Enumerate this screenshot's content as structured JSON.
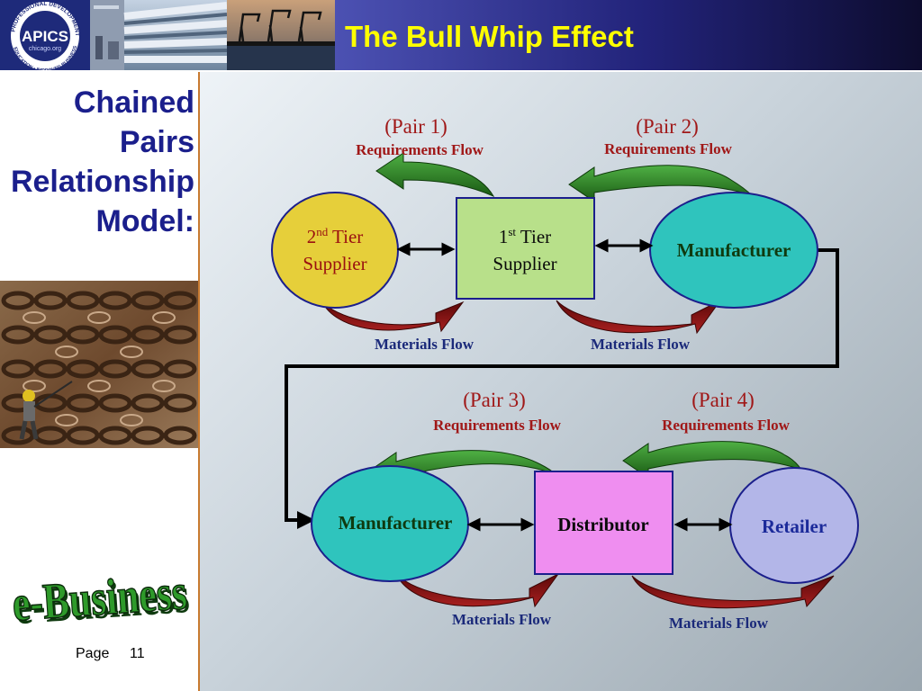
{
  "header": {
    "title": "The Bull Whip Effect",
    "logo_text": "APICS",
    "logo_subtext": "chicago.org",
    "logo_ring_top": "PROFESSIONAL DEVELOPMENT",
    "logo_ring_bottom": "EDUCATION • IMPROVED BUSINESS"
  },
  "sidebar": {
    "heading_lines": [
      "Chained",
      "Pairs",
      "Relationship",
      "Model:"
    ],
    "ebusiness_text": "e-Business",
    "page_label": "Page",
    "page_number": "11"
  },
  "diagram": {
    "pairs": [
      {
        "label": "(Pair 1)",
        "requirements": "Requirements Flow",
        "materials": "Materials Flow"
      },
      {
        "label": "(Pair 2)",
        "requirements": "Requirements Flow",
        "materials": "Materials Flow"
      },
      {
        "label": "(Pair 3)",
        "requirements": "Requirements Flow",
        "materials": "Materials Flow"
      },
      {
        "label": "(Pair 4)",
        "requirements": "Requirements Flow",
        "materials": "Materials Flow"
      }
    ],
    "nodes": {
      "tier2": {
        "line1_num": "2",
        "line1_sup": "nd",
        "line1_rest": " Tier",
        "line2": "Supplier"
      },
      "tier1": {
        "line1_num": "1",
        "line1_sup": "st",
        "line1_rest": " Tier",
        "line2": "Supplier"
      },
      "manufacturer_top": "Manufacturer",
      "manufacturer_bottom": "Manufacturer",
      "distributor": "Distributor",
      "retailer": "Retailer"
    },
    "colors": {
      "tier2_fill": "#e6cf3a",
      "tier1_fill": "#b8e08a",
      "manufacturer_fill": "#2fc4bd",
      "distributor_fill": "#ef8ef0",
      "retailer_fill": "#b3b6e8",
      "requirements_arrow": "#1f7a1a",
      "materials_arrow": "#8a1010",
      "label_red": "#a01818",
      "label_blue": "#1b2a7a"
    }
  }
}
